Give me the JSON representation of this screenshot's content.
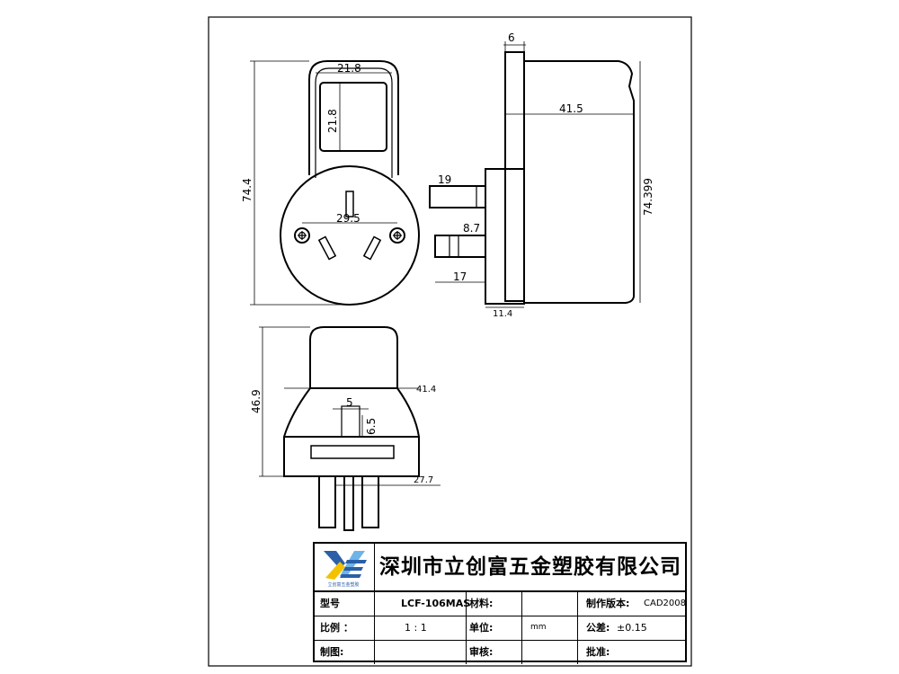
{
  "drawing": {
    "dimensions": {
      "top_width": "21.8",
      "window_height": "21.8",
      "total_height": "74.4",
      "pin_span": "29.5",
      "plate_thickness": "6",
      "body_depth": "41.5",
      "side_height": "74.399",
      "pin_length_upper": "19",
      "pin_offset": "8.7",
      "pin_length_lower": "17",
      "base_thickness": "11.4",
      "bottom_height": "46.9",
      "bottom_width": "41.4",
      "slot_width": "5",
      "slot_depth": "6.5",
      "pin_center_span": "27.7"
    }
  },
  "title_block": {
    "company": "深圳市立创富五金塑胶有限公司",
    "logo_text": "立创富五金塑胶",
    "rows": [
      {
        "label1": "型号",
        "value1": "LCF-106MAS",
        "label2": "材料:",
        "value2": "",
        "label3": "制作版本:",
        "value3": "CAD2008"
      },
      {
        "label1": "比例 ：",
        "value1": "1 : 1",
        "label2": "单位:",
        "value2": "mm",
        "label3": "公差:",
        "value3": "±0.15"
      },
      {
        "label1": "制图:",
        "value1": "",
        "label2": "审核:",
        "value2": "",
        "label3": "批准:",
        "value3": ""
      }
    ]
  },
  "colors": {
    "line": "#000000",
    "logo_blue": "#2b5fa8",
    "logo_yellow": "#f2c200",
    "logo_light": "#6fb4e6"
  }
}
